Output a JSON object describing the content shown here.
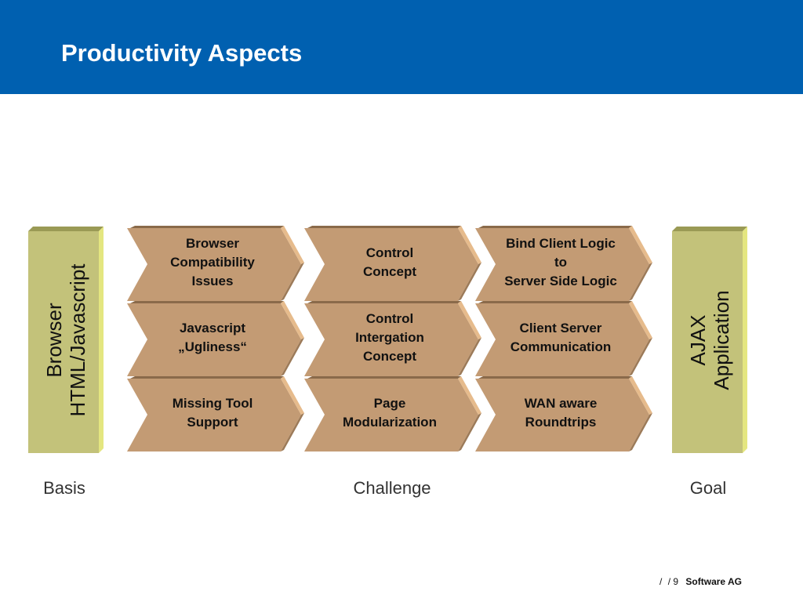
{
  "header": {
    "title": "Productivity Aspects"
  },
  "basis": {
    "lines": [
      "Browser",
      "HTML/Javascript"
    ],
    "label": "Basis"
  },
  "goal": {
    "lines": [
      "AJAX",
      "Application"
    ],
    "label": "Goal"
  },
  "challenge": {
    "label": "Challenge"
  },
  "chevrons": [
    {
      "lines": [
        "Browser",
        "Compatibility",
        "Issues"
      ]
    },
    {
      "lines": [
        "Control",
        "Concept"
      ]
    },
    {
      "lines": [
        "Bind Client Logic",
        "to",
        "Server Side Logic"
      ]
    },
    {
      "lines": [
        "Javascript",
        "„Ugliness“"
      ]
    },
    {
      "lines": [
        "Control",
        "Intergation",
        "Concept"
      ]
    },
    {
      "lines": [
        "Client Server",
        "Communication"
      ]
    },
    {
      "lines": [
        "Missing Tool",
        "Support"
      ]
    },
    {
      "lines": [
        "Page",
        "Modularization"
      ]
    },
    {
      "lines": [
        "WAN aware",
        "Roundtrips"
      ]
    }
  ],
  "footer": {
    "separator": "/",
    "page": "/ 9",
    "company": "Software AG"
  },
  "colors": {
    "header": "#0060b0",
    "chevron": "#c39b74",
    "side_box": "#c3c27a"
  }
}
